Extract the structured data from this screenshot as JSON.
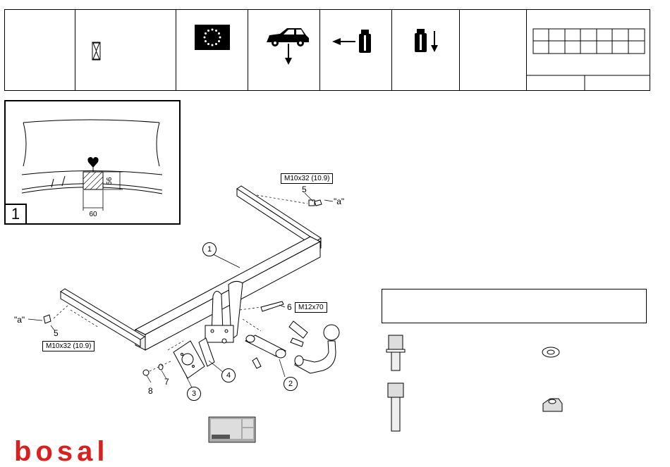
{
  "detail": {
    "number": "1",
    "dim_height": "56",
    "dim_width": "60"
  },
  "parts": {
    "p1": "1",
    "p2": "2",
    "p3": "3",
    "p4": "4",
    "p5a": "5",
    "p5b": "5",
    "p6": "6",
    "p7": "7",
    "p8": "8"
  },
  "labels": {
    "bolt_upper": "M10x32 (10.9)",
    "bolt_lower": "M10x32 (10.9)",
    "bolt_m12": "M12x70",
    "a_upper": "\"a\"",
    "a_lower": "\"a\""
  },
  "brand": {
    "logo": "bosal",
    "color": "#d9201f"
  },
  "icons": {
    "header": [
      "hourglass-icon",
      "eu-flag-icon",
      "car-load-icon",
      "horizontal-weight-icon",
      "vertical-weight-icon"
    ],
    "hardware": [
      "flange-bolt-icon",
      "spring-washer-icon",
      "long-bolt-icon",
      "hex-nut-icon"
    ]
  }
}
